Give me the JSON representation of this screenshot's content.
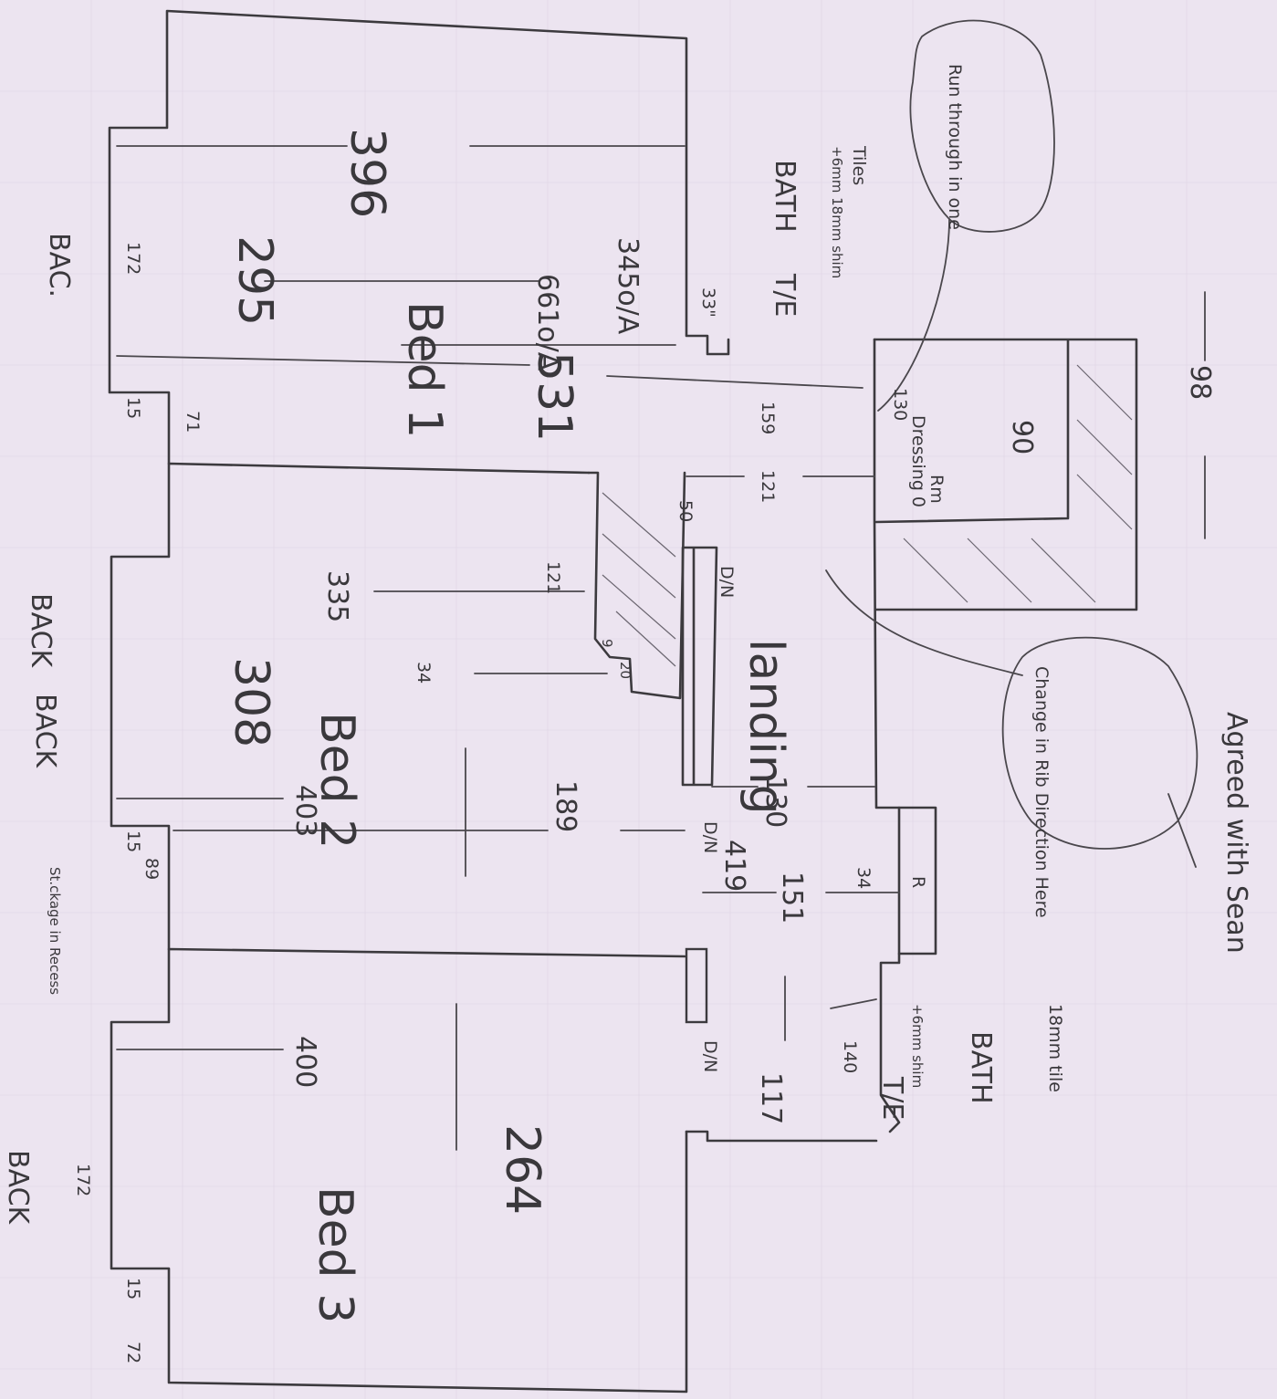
{
  "rooms": {
    "bed1": {
      "name": "Bed 1",
      "width": "295",
      "orientation": "345o/A"
    },
    "bed2": {
      "name": "Bed 2",
      "width": "308"
    },
    "bed3": {
      "name": "Bed 3",
      "width": "264"
    },
    "landing": {
      "name": "landing",
      "door": "D/N",
      "length": "419"
    },
    "dressing": {
      "name": "Dressing 0",
      "rm": "Rm",
      "value1": "130",
      "value2": "90"
    },
    "bath_top": {
      "name": "BATH",
      "tile": "T/E",
      "shim": "+6mm 18mm shim",
      "tiles": "Tiles"
    },
    "bath_bottom": {
      "name": "BATH",
      "tile": "T/E",
      "shim": "+6mm shim",
      "tile_note": "18mm tile"
    }
  },
  "back_labels": [
    "BAC.",
    "BACK",
    "BACK",
    "BACK"
  ],
  "dimensions": {
    "bed1_length": "396",
    "bed1_wall_left": "172",
    "bed1_total": "531",
    "bed1_diag": "661o/A",
    "corridor_15": "15",
    "corridor_71": "71",
    "bath_top_gap": "159",
    "bath_top_121": "121",
    "bed2_335": "335",
    "bed2_121": "121",
    "bed2_50": "50",
    "bed2_34": "34",
    "bed2_9": "9",
    "bed2_20": "20",
    "bed2_403": "403",
    "bed2_189": "189",
    "bed2_15": "15",
    "bed2_89": "89",
    "landing_130": "130",
    "landing_151": "151",
    "landing_34": "34",
    "landing_R": "R",
    "bed3_400": "400",
    "bed3_172": "172",
    "bed3_15": "15",
    "bed3_72": "72",
    "bath_bot_140": "140",
    "bath_bot_117": "117",
    "dressing_98": "98",
    "bed1_33": "33\""
  },
  "notes": {
    "run_through": "Run through in one",
    "change_rib": "Change in Rib Direction Here",
    "agreed": "Agreed with Sean",
    "stockage": "St.ckage in Recess",
    "door_dn_1": "D/N",
    "door_dn_2": "D/N"
  }
}
